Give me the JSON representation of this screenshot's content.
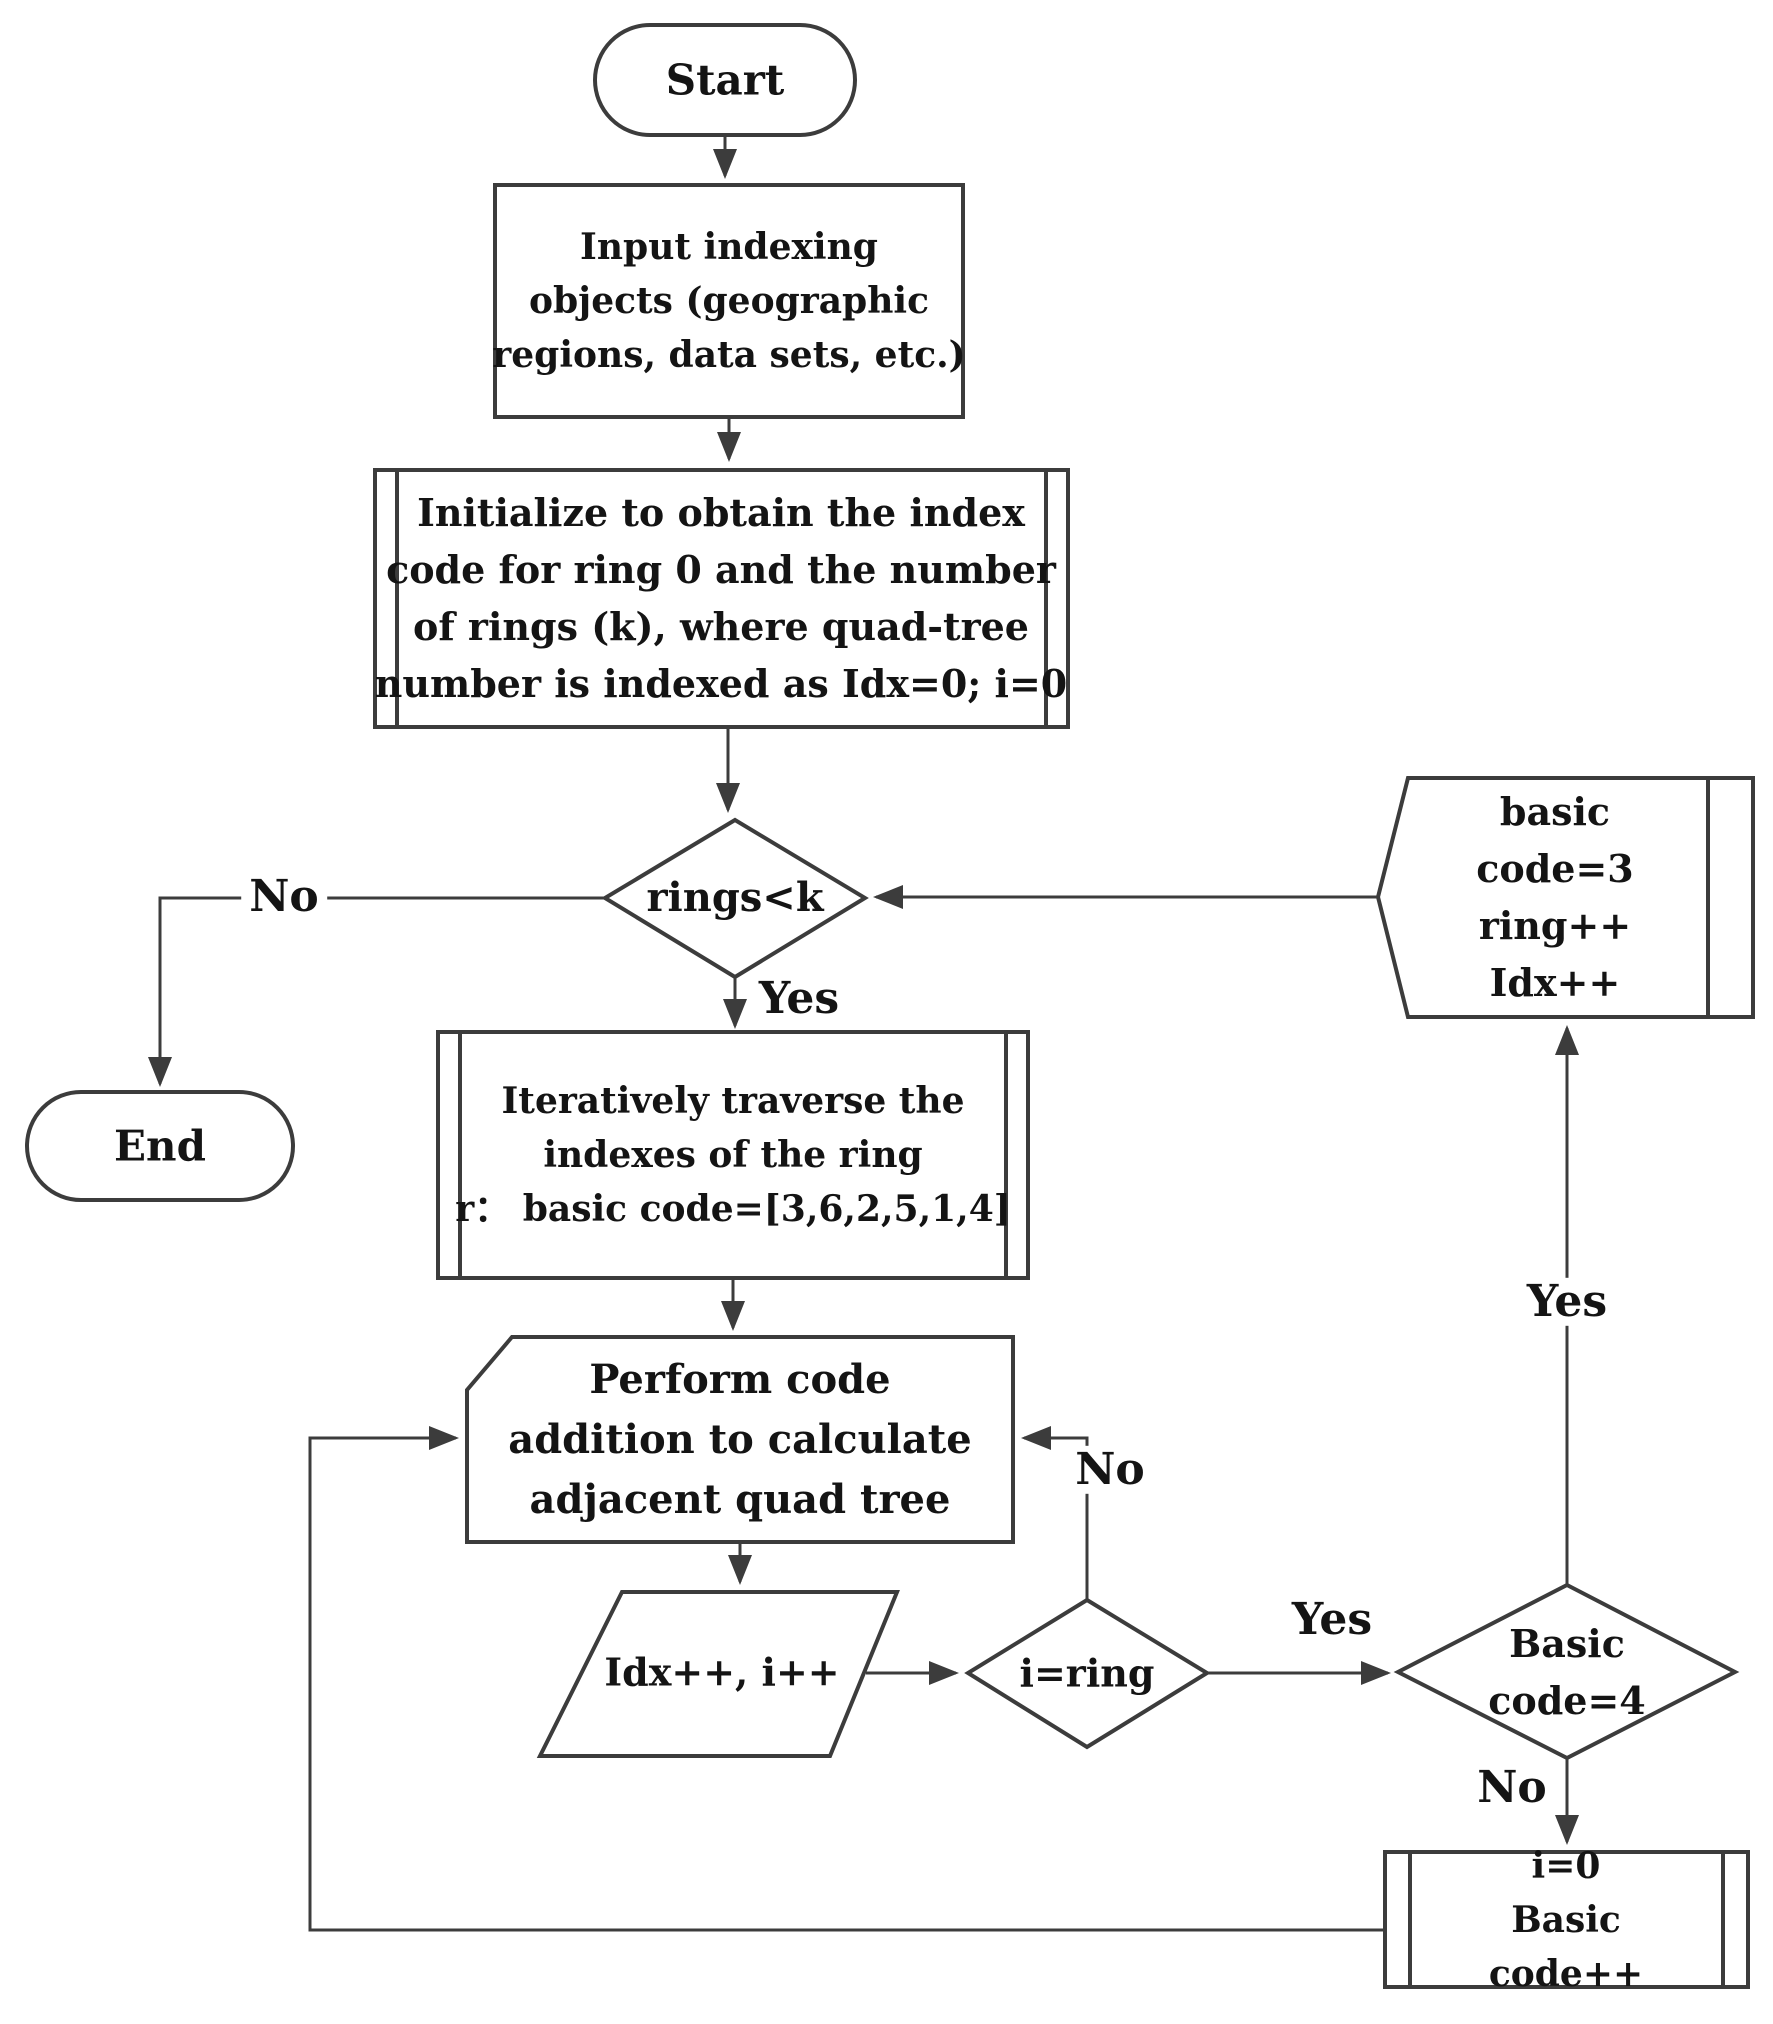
{
  "figure": {
    "kind": "flowchart",
    "background_color": "#ffffff",
    "stroke_color": "#3c3c3c",
    "text_color": "#141414"
  },
  "nodes": {
    "start": {
      "shape": "terminator",
      "text": "Start"
    },
    "input_objects": {
      "shape": "process",
      "text": "Input indexing\nobjects (geographic\nregions, data sets, etc.)"
    },
    "initialize": {
      "shape": "predefined-process",
      "text": "Initialize to obtain the index\ncode for ring 0 and the number\nof rings (k), where quad-tree\nnumber is indexed as Idx=0; i=0"
    },
    "rings_check": {
      "shape": "decision",
      "text": "rings<k"
    },
    "end": {
      "shape": "terminator",
      "text": "End"
    },
    "iterate_ring": {
      "shape": "predefined-process",
      "text": "Iteratively traverse the\nindexes of the ring\nr： basic code=[3,6,2,5,1,4]"
    },
    "code_addition": {
      "shape": "card",
      "text": "Perform code\naddition to calculate\nadjacent quad tree"
    },
    "increment": {
      "shape": "data-parallelogram",
      "text": "Idx++, i++"
    },
    "ring_check": {
      "shape": "decision",
      "text": "i=ring"
    },
    "basic_code_check": {
      "shape": "decision",
      "text": "Basic code=4"
    },
    "reset_i": {
      "shape": "predefined-process",
      "text": "i=0\nBasic code++"
    },
    "next_ring": {
      "shape": "display",
      "text": "basic code=3\nring++\nIdx++"
    }
  },
  "edge_labels": {
    "rings_no": "No",
    "rings_yes": "Yes",
    "ring_no": "No",
    "ring_yes": "Yes",
    "basic_no": "No",
    "basic_yes": "Yes"
  }
}
